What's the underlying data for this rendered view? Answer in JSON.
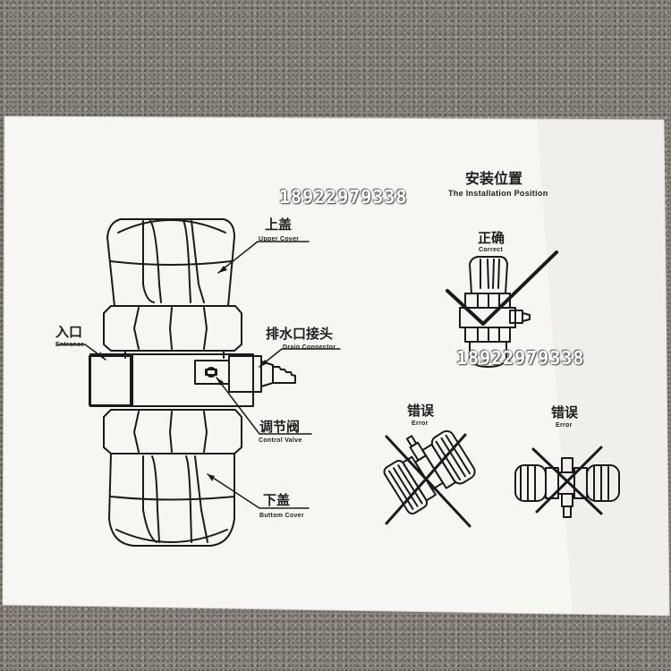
{
  "watermarks": [
    "18922979338",
    "18922979338"
  ],
  "title": {
    "zh": "安装位置",
    "en": "The Installation Position"
  },
  "labels": {
    "upper_cover": {
      "zh": "上盖",
      "en": "Upper Cover"
    },
    "entrance": {
      "zh": "入口",
      "en": "Entrance"
    },
    "drain_connector": {
      "zh": "排水口接头",
      "en": "Drain Connector"
    },
    "control_valve": {
      "zh": "调节阀",
      "en": "Control Valve"
    },
    "bottom_cover": {
      "zh": "下盖",
      "en": "Buttom Cover"
    },
    "correct": {
      "zh": "正确",
      "en": "Correct"
    },
    "error_left": {
      "zh": "错误",
      "en": "Error"
    },
    "error_right": {
      "zh": "错误",
      "en": "Error"
    }
  }
}
